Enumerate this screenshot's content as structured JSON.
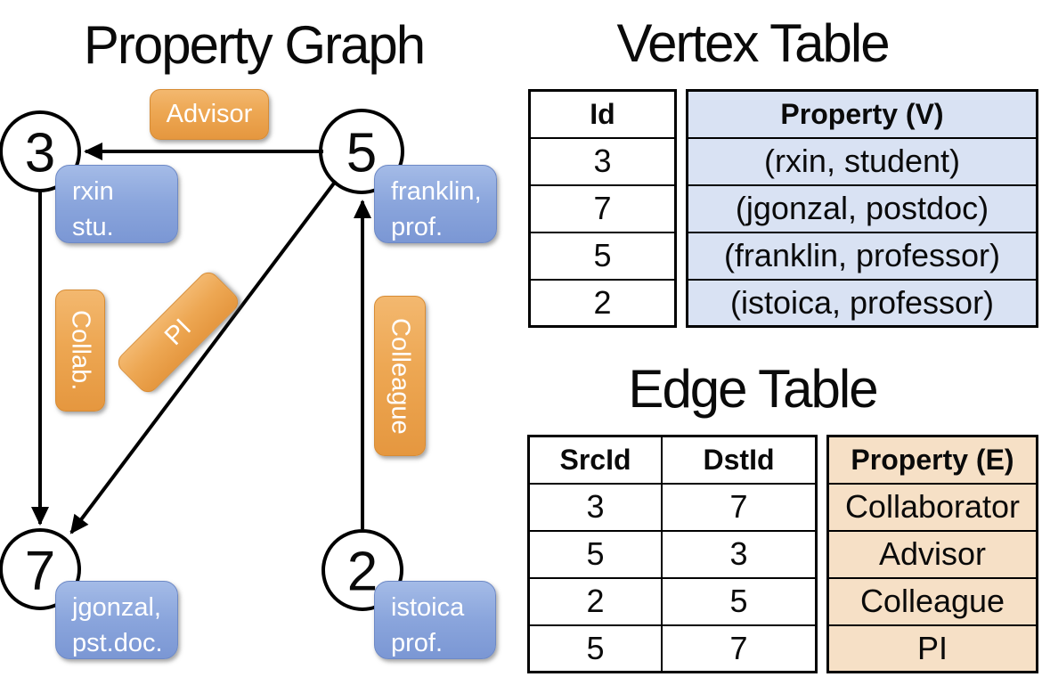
{
  "colors": {
    "orange_top": "#f3b86f",
    "orange_bottom": "#e5973f",
    "orange_border": "#d78c35",
    "blue_top": "#a4bbe7",
    "blue_bottom": "#7b97d4",
    "blue_border": "#6d89c6",
    "vertex_cell_blue": "#d9e2f3",
    "edge_cell_peach": "#f6e0c6",
    "line_color": "#000000"
  },
  "graph": {
    "title": "Property Graph",
    "nodes": [
      {
        "id": "3",
        "property_line1": "rxin",
        "property_line2": "stu."
      },
      {
        "id": "5",
        "property_line1": "franklin,",
        "property_line2": "prof."
      },
      {
        "id": "7",
        "property_line1": "jgonzal,",
        "property_line2": "pst.doc."
      },
      {
        "id": "2",
        "property_line1": "istoica",
        "property_line2": "prof."
      }
    ],
    "edges": [
      {
        "label": "Advisor",
        "src": "5",
        "dst": "3"
      },
      {
        "label": "Collab.",
        "src": "3",
        "dst": "7"
      },
      {
        "label": "PI",
        "src": "5",
        "dst": "7"
      },
      {
        "label": "Colleague",
        "src": "2",
        "dst": "5"
      }
    ]
  },
  "vertex_table": {
    "title": "Vertex Table",
    "headers": {
      "id": "Id",
      "property": "Property (V)"
    },
    "rows": [
      {
        "id": "3",
        "property": "(rxin, student)"
      },
      {
        "id": "7",
        "property": "(jgonzal, postdoc)"
      },
      {
        "id": "5",
        "property": "(franklin, professor)"
      },
      {
        "id": "2",
        "property": "(istoica, professor)"
      }
    ]
  },
  "edge_table": {
    "title": "Edge Table",
    "headers": {
      "src": "SrcId",
      "dst": "DstId",
      "property": "Property (E)"
    },
    "rows": [
      {
        "src": "3",
        "dst": "7",
        "property": "Collaborator"
      },
      {
        "src": "5",
        "dst": "3",
        "property": "Advisor"
      },
      {
        "src": "2",
        "dst": "5",
        "property": "Colleague"
      },
      {
        "src": "5",
        "dst": "7",
        "property": "PI"
      }
    ]
  }
}
